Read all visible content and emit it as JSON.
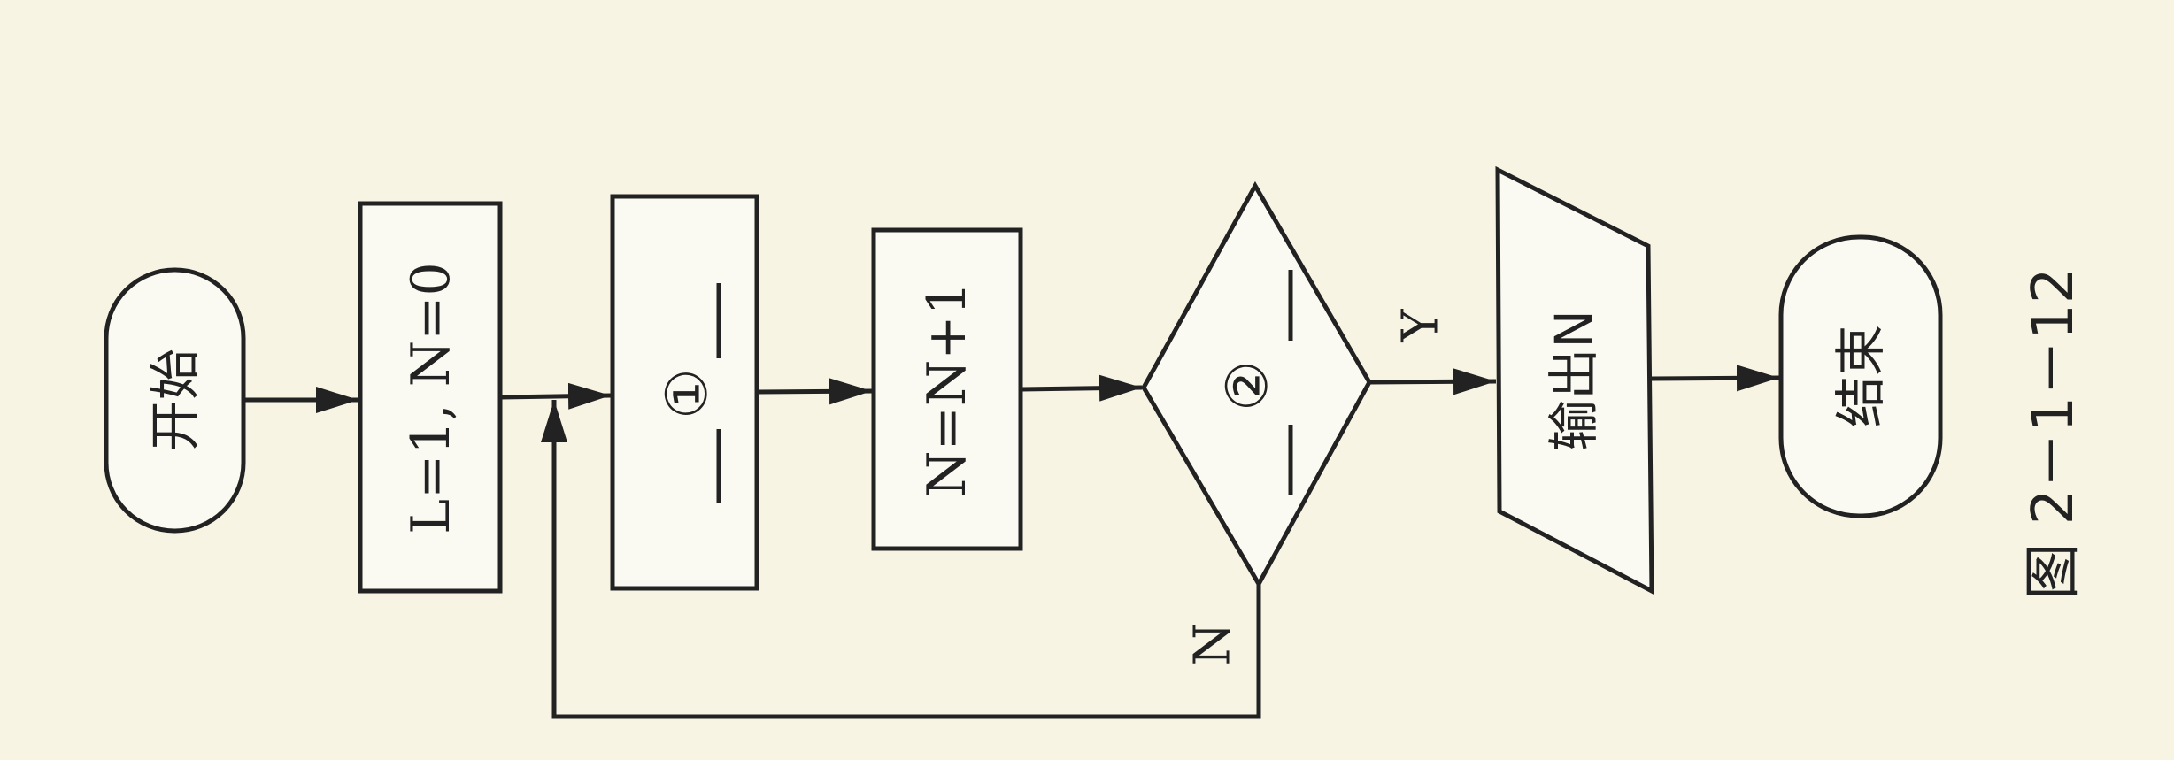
{
  "flowchart": {
    "start": "开始",
    "init": "L=1, N=0",
    "step1": "①",
    "increment": "N=N+1",
    "condition": "②",
    "output": "输出N",
    "end": "结束",
    "yes_label": "Y",
    "no_label": "N"
  },
  "caption": "图 2－1－12"
}
